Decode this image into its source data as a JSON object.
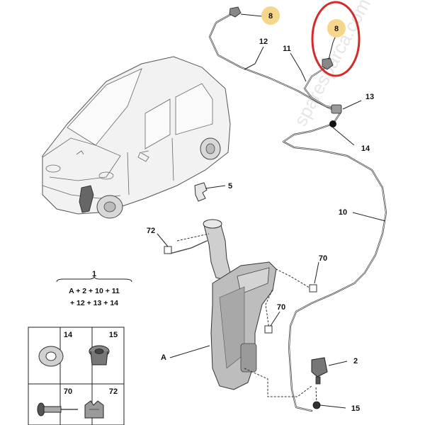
{
  "callouts": {
    "c8a": "8",
    "c8b": "8",
    "c12": "12",
    "c11": "11",
    "c13": "13",
    "c14": "14",
    "c5": "5",
    "c10": "10",
    "c72": "72",
    "c70a": "70",
    "c70b": "70",
    "cA": "A",
    "c2": "2",
    "c15": "15"
  },
  "kit": {
    "title": "1",
    "line1": "A + 2 + 10 + 11",
    "line2": "+ 12 + 13 + 14"
  },
  "legend": {
    "cell14": "14",
    "cell15": "15",
    "cell70": "70",
    "cell72": "72"
  },
  "watermark": "sparesparca.com",
  "highlight_color": "#d42a2a",
  "badge_color": "#f6d68a"
}
